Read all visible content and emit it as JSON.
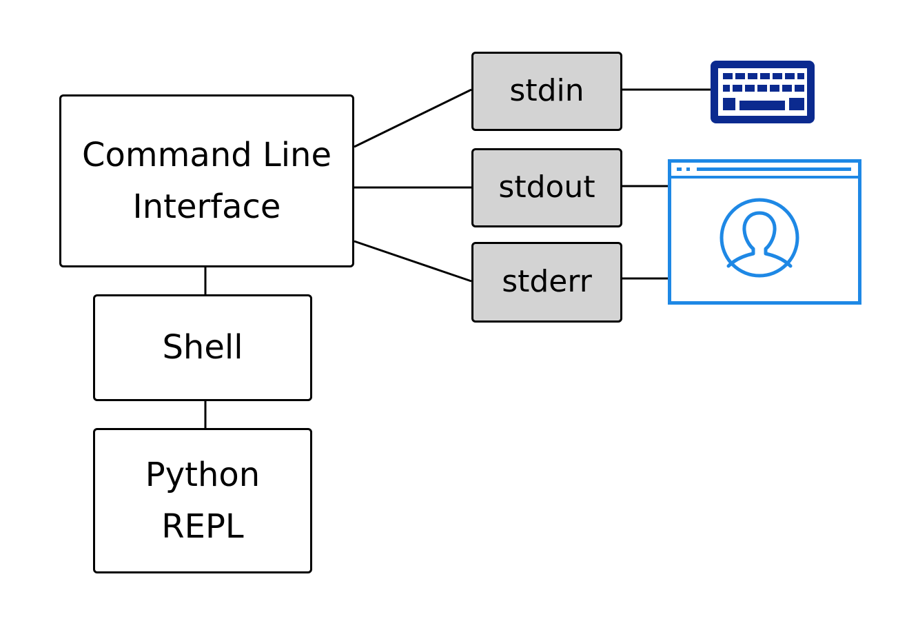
{
  "diagram": {
    "nodes": {
      "cli": {
        "label": "Command Line\nInterface"
      },
      "shell": {
        "label": "Shell"
      },
      "repl": {
        "label": "Python\nREPL"
      },
      "stdin": {
        "label": "stdin"
      },
      "stdout": {
        "label": "stdout"
      },
      "stderr": {
        "label": "stderr"
      }
    },
    "icons": {
      "keyboard": "keyboard-icon",
      "screen": "user-screen-icon"
    },
    "colors": {
      "keyboard": "#0b2a8f",
      "screen": "#1e88e5",
      "stream_fill": "#d3d3d3"
    }
  }
}
